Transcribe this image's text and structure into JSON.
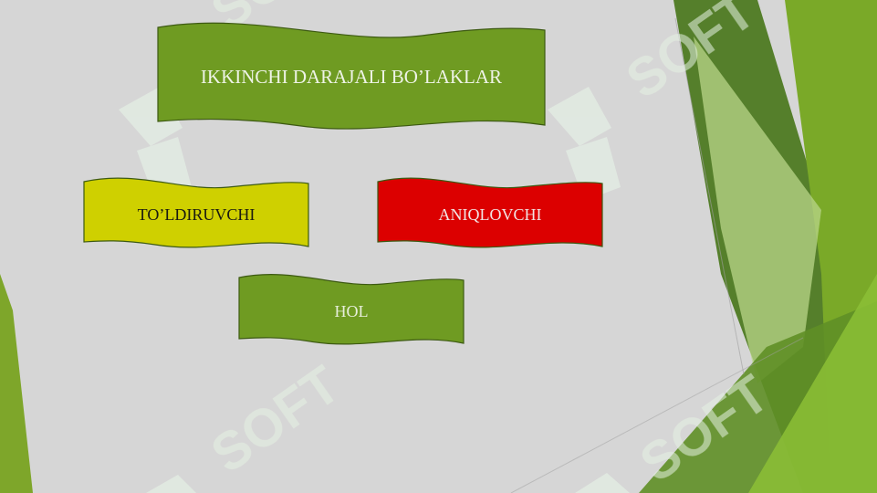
{
  "slide": {
    "title_banner": {
      "label": "IKKINCHI DARAJALI BO’LAKLAR",
      "fill": "#6f9b22"
    },
    "banners": [
      {
        "label": "TO’LDIRUVCHI",
        "fill": "#cfd000"
      },
      {
        "label": "ANIQLOVCHI",
        "fill": "#dc0000"
      },
      {
        "label": "HOL",
        "fill": "#6f9b22"
      }
    ]
  },
  "watermark": {
    "text": "SOFT"
  },
  "colors": {
    "background": "#d6d6d6",
    "accent_green_dark": "#4e7a22",
    "accent_green_light": "#8cbf36",
    "outline": "#3d5a12"
  }
}
